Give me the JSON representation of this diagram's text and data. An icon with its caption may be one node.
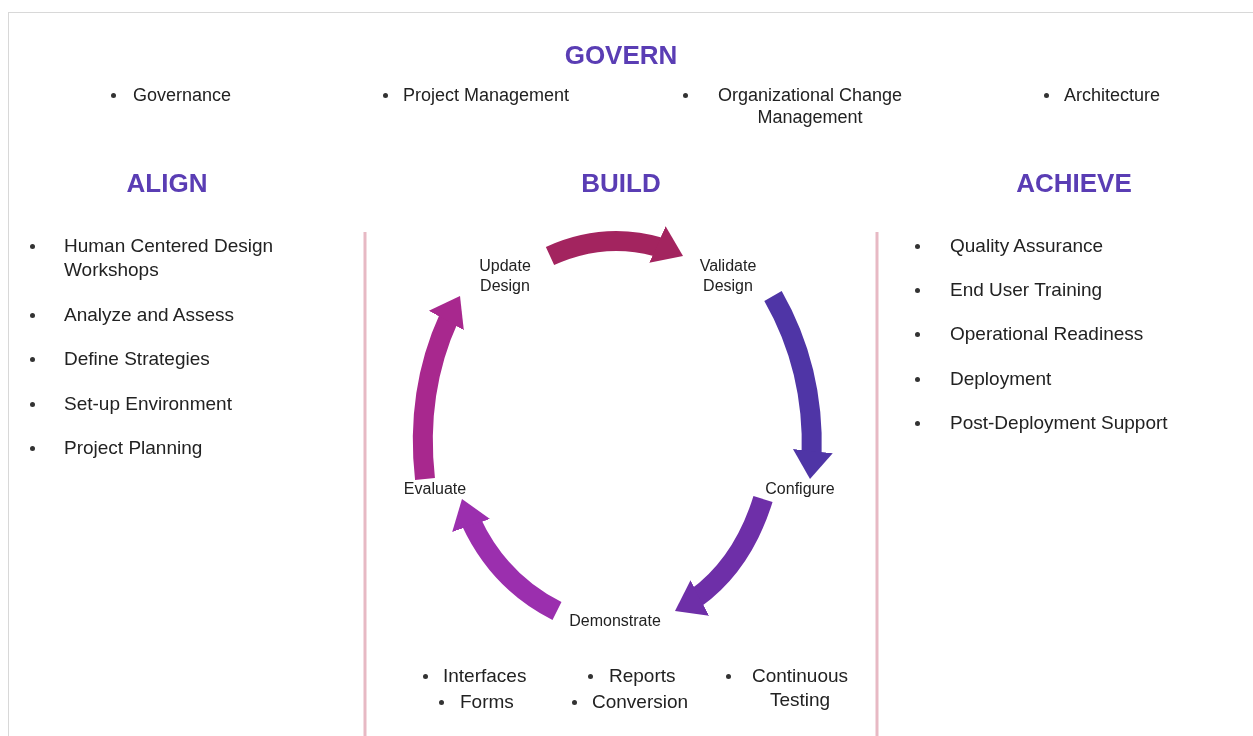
{
  "diagram": {
    "nodes": [
      {
        "text": [
          "Update Design"
        ]
      },
      {
        "text": [
          "Validate Design"
        ]
      },
      {
        "text": [
          "Configure"
        ]
      },
      {
        "text": [
          "Demonstrate"
        ]
      },
      {
        "text": [
          "Evaluate"
        ]
      }
    ],
    "edges": [
      {
        "from": 0,
        "to": 1,
        "arrow": "to",
        "color": "#a3245f"
      },
      {
        "from": 1,
        "to": 2,
        "arrow": "to",
        "color": "#4f35a6"
      },
      {
        "from": 2,
        "to": 3,
        "arrow": "to",
        "color": "#6e2fa8"
      },
      {
        "from": 3,
        "to": 4,
        "arrow": "to",
        "color": "#9b2fae"
      },
      {
        "from": 4,
        "to": 0,
        "arrow": "to",
        "color": "#a8288e"
      }
    ],
    "labels": [
      "GOVERN",
      "Governance",
      "Project Management",
      "Organizational Change Management",
      "Architecture",
      "ALIGN",
      "BUILD",
      "ACHIEVE",
      "Human Centered Design Workshops",
      "Analyze and Assess",
      "Define Strategies",
      "Set-up Environment",
      "Project Planning",
      "Quality Assurance",
      "End User Training",
      "Operational Readiness",
      "Deployment",
      "Post-Deployment Support",
      "Interfaces",
      "Reports",
      "Continuous Testing",
      "Forms",
      "Conversion"
    ]
  }
}
